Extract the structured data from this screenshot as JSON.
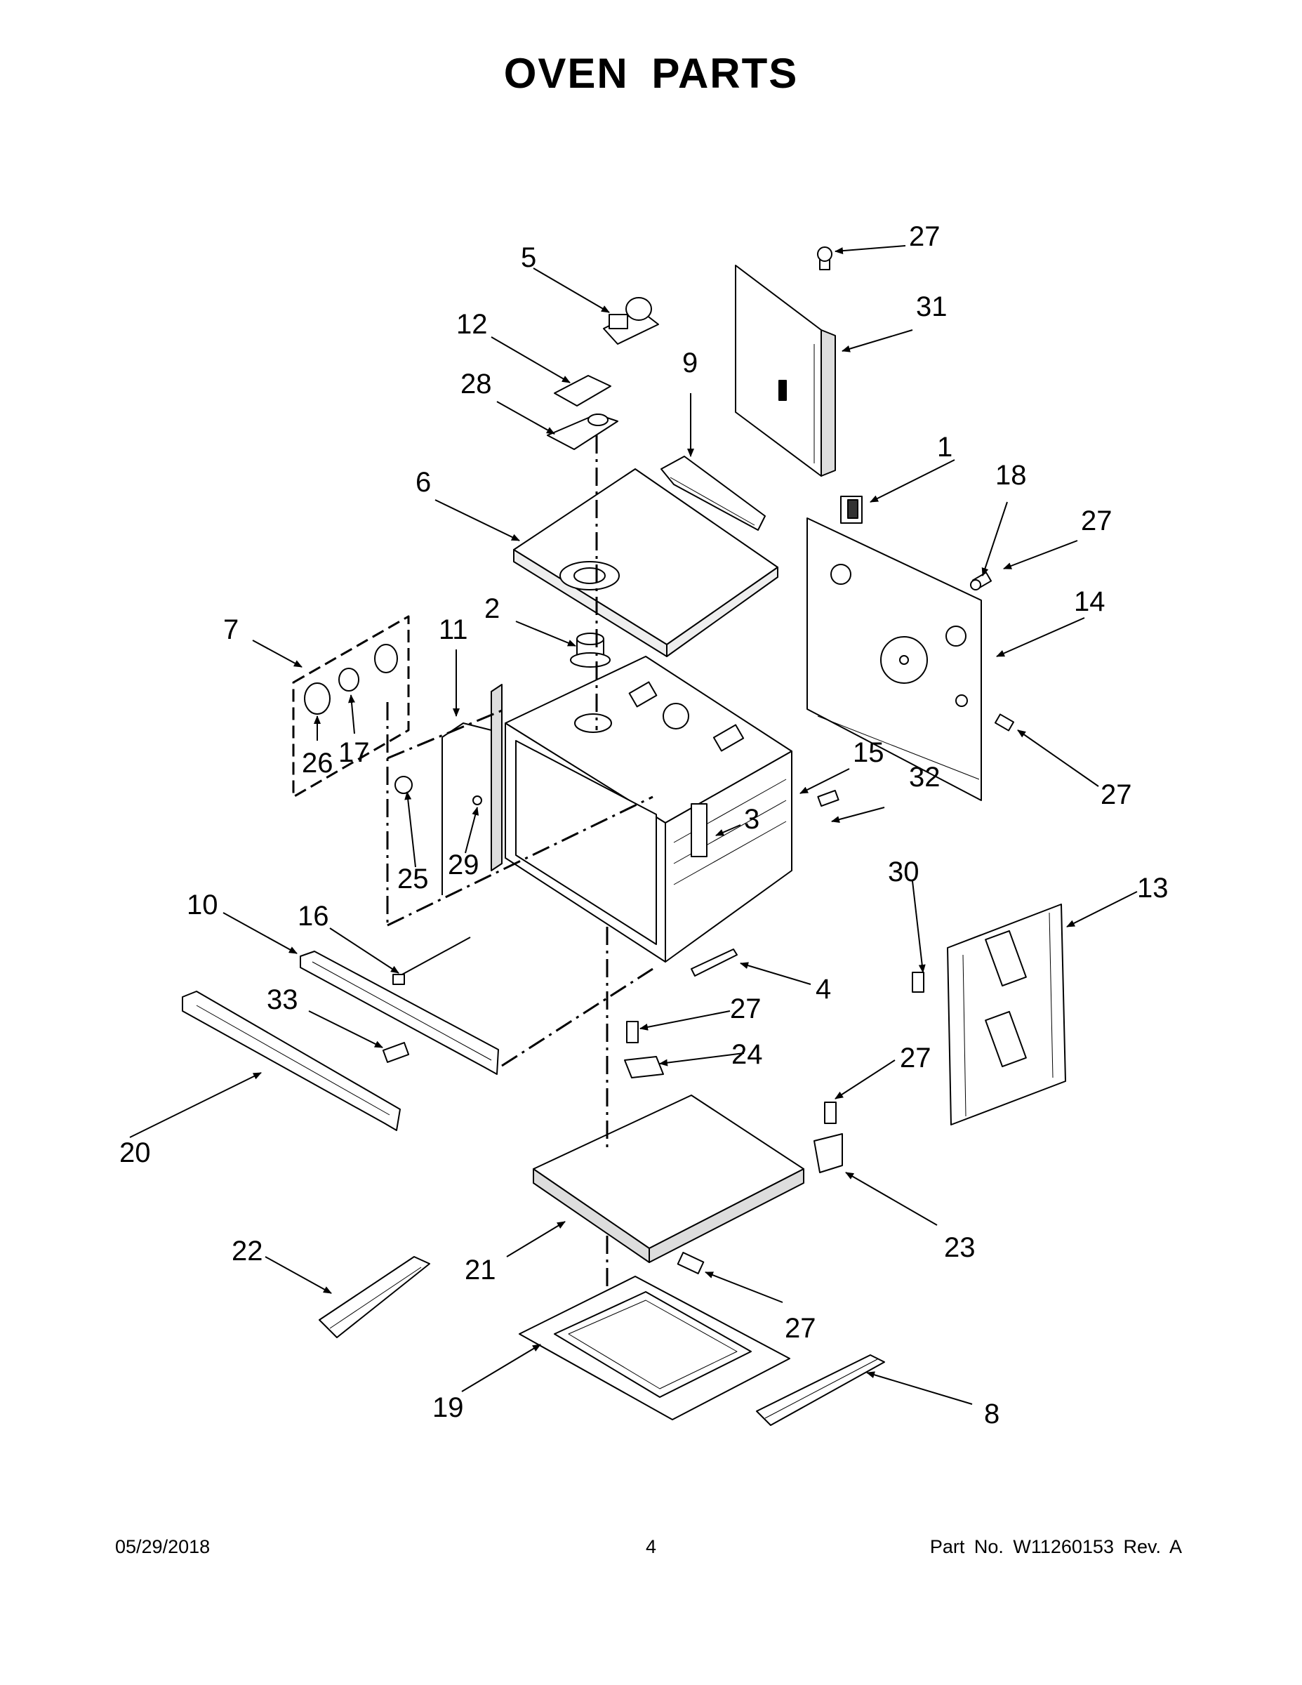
{
  "title": "OVEN PARTS",
  "footer": {
    "date": "05/29/2018",
    "page": "4",
    "part": "Part No.  W11260153  Rev.  A"
  },
  "callouts": {
    "c1": "1",
    "c2": "2",
    "c3": "3",
    "c4": "4",
    "c5": "5",
    "c6": "6",
    "c7": "7",
    "c8": "8",
    "c9": "9",
    "c10": "10",
    "c11": "11",
    "c12": "12",
    "c13": "13",
    "c14": "14",
    "c15": "15",
    "c16": "16",
    "c17": "17",
    "c18": "18",
    "c19": "19",
    "c20": "20",
    "c21": "21",
    "c22": "22",
    "c23": "23",
    "c24": "24",
    "c25": "25",
    "c26": "26",
    "c27": "27",
    "c28": "28",
    "c29": "29",
    "c30": "30",
    "c31": "31",
    "c32": "32",
    "c33": "33"
  }
}
